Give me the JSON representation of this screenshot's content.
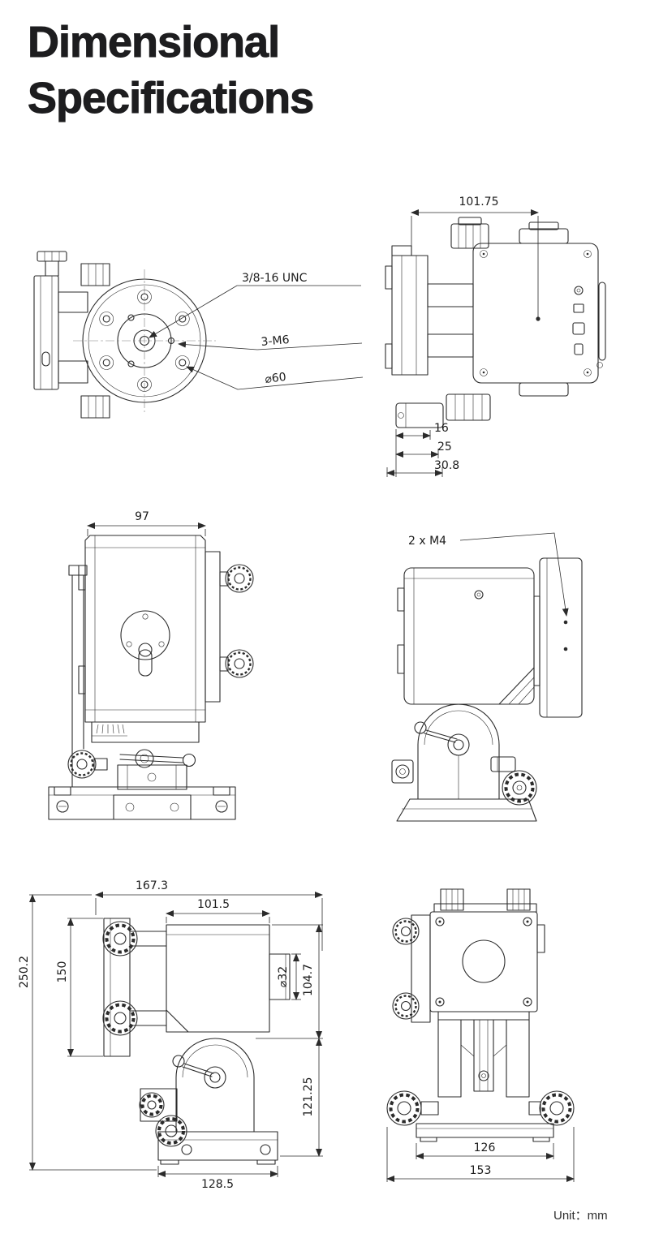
{
  "page": {
    "title_line1": "Dimensional",
    "title_line2": "Specifications",
    "unit_label": "Unit：mm"
  },
  "colors": {
    "line": "#2b2b2b",
    "text": "#1c1c1c"
  },
  "views": {
    "flange": {
      "labels": {
        "thread": "3/8-16 UNC",
        "screw_holes": "3-M6",
        "bolt_circle_dia": "⌀60"
      }
    },
    "side_top_right": {
      "dims": {
        "overall": "101.75",
        "offset_1": "16",
        "offset_2": "25",
        "offset_3": "30.8"
      }
    },
    "front_mid_left": {
      "dims": {
        "body_width": "97"
      }
    },
    "side_mid_right": {
      "labels": {
        "mount_holes": "2 x M4"
      }
    },
    "front_bottom_left": {
      "dims": {
        "overall_width": "167.3",
        "body_width": "101.5",
        "overall_height": "250.2",
        "bracket_height": "150",
        "lens_diameter": "⌀32",
        "upper_height": "104.7",
        "lower_height": "121.25",
        "base_width": "128.5"
      }
    },
    "rear_bottom_right": {
      "dims": {
        "base_width": "126",
        "overall_width": "153"
      }
    }
  }
}
